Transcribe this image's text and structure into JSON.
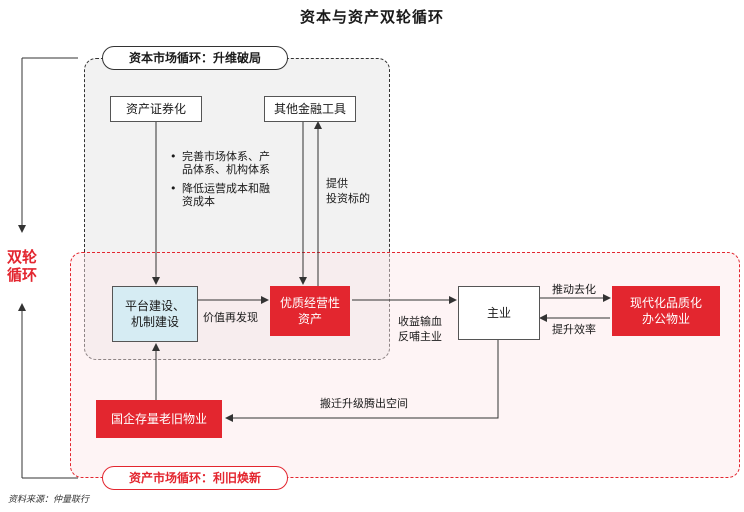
{
  "title": "资本与资产双轮循环",
  "side_label": "双轮\n循环",
  "regions": {
    "capital": "资本市场循环：升维破局",
    "asset": "资产市场循环：利旧焕新"
  },
  "nodes": {
    "asset_securitization": "资产证券化",
    "other_instruments": "其他金融工具",
    "platform": "平台建设、\n机制建设",
    "quality_assets": "优质经营性\n资产",
    "main_business": "主业",
    "modern_property": "现代化品质化\n办公物业",
    "soe_property": "国企存量老旧物业"
  },
  "bullets": [
    "完善市场体系、产品体系、机构体系",
    "降低运营成本和融资成本"
  ],
  "edge_labels": {
    "provide_targets": "提供\n投资标的",
    "value_rediscovery": "价值再发现",
    "feed_back": "收益输血\n反哺主业",
    "promote_destock": "推动去化",
    "improve_efficiency": "提升效率",
    "relocate_space": "搬迁升级腾出空间"
  },
  "source": "资料来源：仲量联行",
  "colors": {
    "accent_red": "#e3262f",
    "blue_box": "#d6ecf3",
    "capital_bg": "#f2f2f2"
  }
}
